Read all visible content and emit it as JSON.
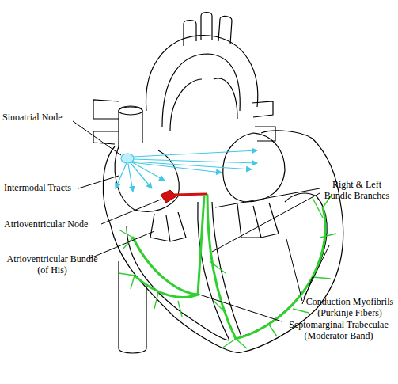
{
  "diagram": {
    "labels": [
      "Sinoatrial Node",
      "Intermodal Tracts",
      "Atrioventricular Node",
      "Atrioventricular Bundle (of His)",
      "Right & Left Bundle Branches",
      "Conduction Myofibrils (Purkinje Fibers)",
      "Septomarginal Trabeculae (Moderator Band)"
    ]
  }
}
